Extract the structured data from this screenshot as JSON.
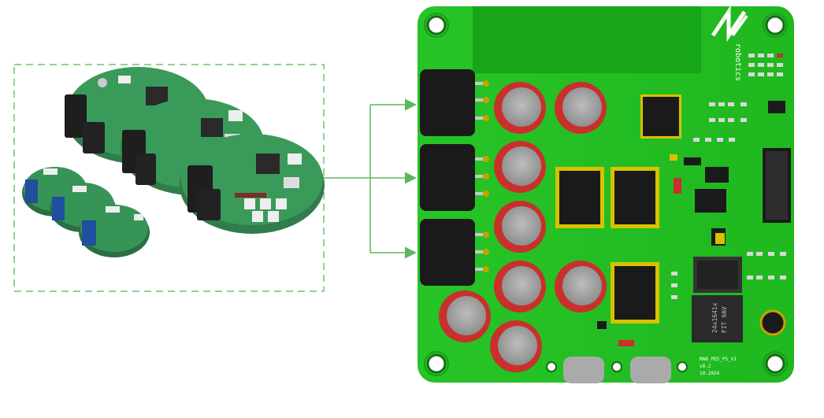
{
  "board": {
    "logo_text": "robotics",
    "label_line1": "MAB_PDS_PS_V1",
    "label_line2": "v0.2",
    "label_line3": "10.2024",
    "chip_line1": "24x1641x",
    "chip_line2": "FIT 9AV"
  },
  "colors": {
    "pcb_green": "#1fbf1f",
    "pcb_dark": "#15a815",
    "arrow_green": "#5cb85c",
    "dashed_border": "#6cc46c",
    "capacitor_red": "#c9302c",
    "connector_black": "#1a1a1a"
  },
  "icons": {
    "arrow": "arrow-right-icon",
    "logo": "mab-logo-icon"
  }
}
